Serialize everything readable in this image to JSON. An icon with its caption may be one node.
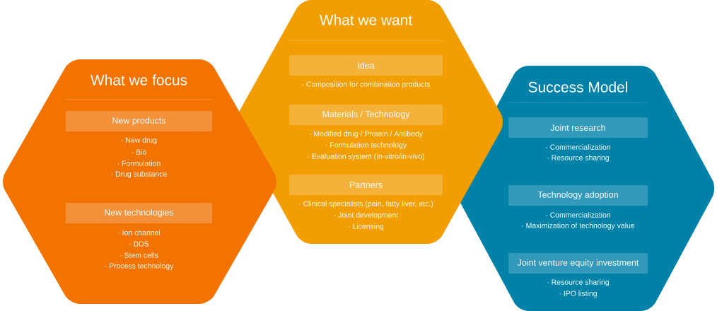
{
  "diagram": {
    "nodes": [
      {
        "text": [
          "What we focus"
        ]
      },
      {
        "text": [
          "New products"
        ],
        "in": 0,
        "beside": [
          "· New drug",
          "· Bio",
          "· Formulation",
          "· Drug substance"
        ]
      },
      {
        "text": [
          "New technologies"
        ],
        "in": 0,
        "beside": [
          "· Ion channel",
          "· DDS",
          "· Stem cells",
          "· Process technology"
        ]
      },
      {
        "text": [
          "What we want"
        ]
      },
      {
        "text": [
          "Idea"
        ],
        "in": 3,
        "beside": [
          "· Composition for combination products"
        ]
      },
      {
        "text": [
          "Materials / Technology"
        ],
        "in": 3,
        "beside": [
          "· Modified drug / Protein / Antibody",
          "· Formulation technology",
          "· Evaluation system (In-vitro/in-vivo)"
        ]
      },
      {
        "text": [
          "Partners"
        ],
        "in": 3,
        "beside": [
          "· Clinical specialists (pain, fatty liver, etc.)",
          "· Joint development",
          "· Licensing"
        ]
      },
      {
        "text": [
          "Success Model"
        ]
      },
      {
        "text": [
          "Joint research"
        ],
        "in": 7,
        "beside": [
          "· Commercialization",
          "· Resource sharing"
        ]
      },
      {
        "text": [
          "Technology adoption"
        ],
        "in": 7,
        "beside": [
          "· Commercialization",
          "· Maximization of technology value"
        ]
      },
      {
        "text": [
          "Joint venture equity investment"
        ],
        "in": 7,
        "beside": [
          "· Resource sharing",
          "· IPO listing"
        ]
      }
    ]
  }
}
